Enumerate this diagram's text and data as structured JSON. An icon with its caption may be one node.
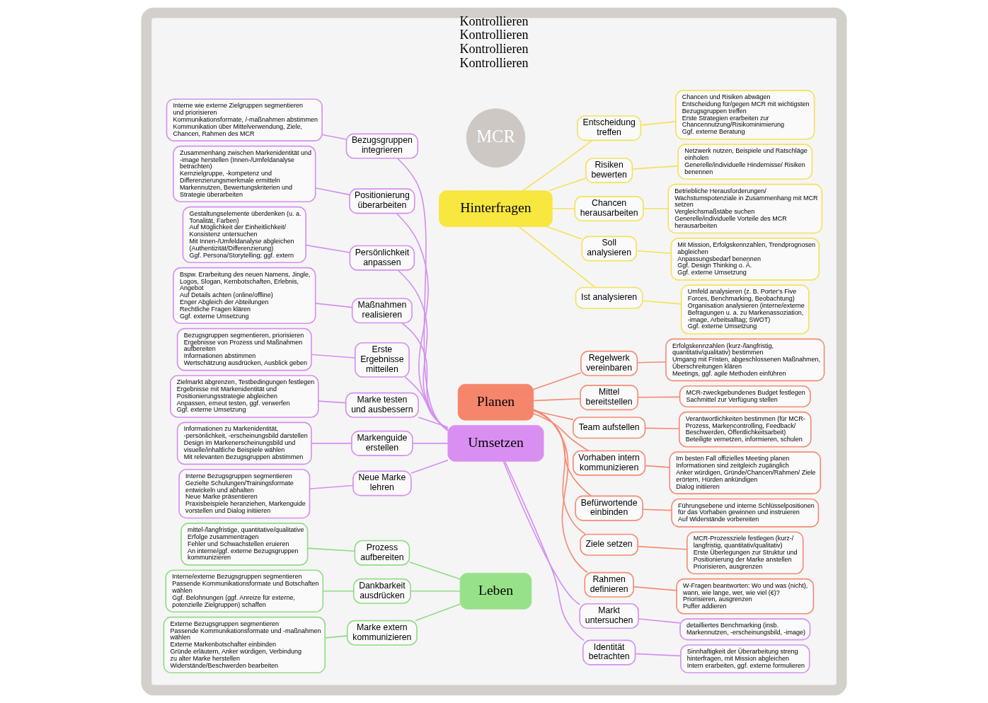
{
  "diagram": {
    "nodes": [
      {
        "text": [
          "Kontrollieren",
          "Kontrollieren",
          "Kontrollieren",
          "Kontrollieren"
        ]
      },
      {
        "text": [
          "MCR"
        ],
        "in": 0
      },
      {
        "text": [
          "Hinterfragen"
        ],
        "in": 0
      },
      {
        "text": [
          "Planen"
        ],
        "in": 0
      },
      {
        "text": [
          "Umsetzen"
        ],
        "in": 0
      },
      {
        "text": [
          "Leben"
        ],
        "in": 0
      },
      {
        "text": [
          "Ist analysieren"
        ],
        "in": 0
      },
      {
        "text": [
          "Umfeld analysieren (z. B. Porter’s Five Forces, Benchmarking, Beobachtung)",
          "Organisation analysieren (interne/externe Befragungen u. a. zu Markenassoziation, -image, Arbeitsalltag; SWOT)",
          "Ggf. externe Umsetzung"
        ],
        "in": 0
      },
      {
        "text": [
          "Soll analysieren"
        ],
        "in": 0
      },
      {
        "text": [
          "Mit Mission, Erfolgskennzahlen, Trendprognosen abgleichen",
          "Anpassungsbedarf benennen",
          "Ggf. Design Thinking o. Ä.",
          "Ggf. externe Umsetzung"
        ],
        "in": 0
      },
      {
        "text": [
          "Chancen herausarbeiten"
        ],
        "in": 0
      },
      {
        "text": [
          "Betriebliche Herausforderungen/ Wachstumspotenziale in Zusammenhang mit MCR setzen",
          "Vergleichsmaßstäbe suchen",
          "Generelle/individuelle Vorteile des MCR herausarbeiten"
        ],
        "in": 0
      },
      {
        "text": [
          "Risiken bewerten"
        ],
        "in": 0
      },
      {
        "text": [
          "Netzwerk nutzen, Beispiele und Ratschläge einholen",
          "Generelle/individuelle Hindernisse/ Risiken benennen"
        ],
        "in": 0
      },
      {
        "text": [
          "Entscheidung treffen"
        ],
        "in": 0
      },
      {
        "text": [
          "Chancen und Risiken abwägen",
          "Entscheidung für/gegen MCR mit wichtigsten Bezugsgruppen treffen",
          "Erste Strategien erarbeiten zur Chancennutzung/Risikominimierung",
          "Ggf. externe Beratung"
        ],
        "in": 0
      },
      {
        "text": [
          "Rahmen definieren"
        ],
        "in": 0
      },
      {
        "text": [
          "W-Fragen beantworten: Wo und was (nicht), wann, wie lange, wer, wie viel (€)?",
          "Priorisieren, ausgrenzen",
          "Puffer addieren"
        ],
        "in": 0
      },
      {
        "text": [
          "Ziele setzen"
        ],
        "in": 0
      },
      {
        "text": [
          "MCR-Prozessziele festlegen (kurz-/ langfristig, quantitativ/qualitativ)",
          "Erste Überlegungen zur Struktur und Positionierung der Marke anstellen",
          "Priorisieren, ausgrenzen"
        ],
        "in": 0
      },
      {
        "text": [
          "Befürwortende einbinden"
        ],
        "in": 0
      },
      {
        "text": [
          "Führungsebene und interne Schlüsselpositionen für das Vorhaben gewinnen und instruieren",
          "Auf Widerstände vorbereiten"
        ],
        "in": 0
      },
      {
        "text": [
          "Vorhaben intern kommunizieren"
        ],
        "in": 0
      },
      {
        "text": [
          "Im besten Fall offizielles Meeting planen",
          "Informationen sind zeitgleich zugänglich",
          "Anker würdigen, Gründe/Chancen/Rahmen/ Ziele erörtern, Hürden ankündigen",
          "Dialog initiieren"
        ],
        "in": 0
      },
      {
        "text": [
          "Team aufstellen"
        ],
        "in": 0
      },
      {
        "text": [
          "Verantwortlichkeiten bestimmen (für MCR-Prozess, Markencontrolling, Feedback/ Beschwerden, Öffentlichkeitsarbeit)",
          "Beteiligte vernetzen, informieren, schulen"
        ],
        "in": 0
      },
      {
        "text": [
          "Mittel bereitstellen"
        ],
        "in": 0
      },
      {
        "text": [
          "MCR-zweckgebundenes Budget festlegen",
          "Sachmittel zur Verfügung stellen"
        ],
        "in": 0
      },
      {
        "text": [
          "Regelwerk vereinbaren"
        ],
        "in": 0
      },
      {
        "text": [
          "Erfolgskennzahlen (kurz-/langfristig, quantitativ/qualitativ) bestimmen",
          "Umgang mit Fristen, abgeschlossenen Maßnahmen, Überschreitungen klären",
          "Meetings, ggf. agile Methoden einführen"
        ],
        "in": 0
      },
      {
        "text": [
          "Identität betrachten"
        ],
        "in": 0
      },
      {
        "text": [
          "Sinnhaftigkeit der Überarbeitung streng hinterfragen, mit Mission abgleichen",
          "Intern erarbeiten, ggf. externe formulieren"
        ],
        "in": 0
      },
      {
        "text": [
          "Markt untersuchen"
        ],
        "in": 0
      },
      {
        "text": [
          "detailliertes Benchmarking (insb. Markennutzen, -erscheinungsbild, -image)"
        ],
        "in": 0
      },
      {
        "text": [
          "Bezugsgruppen integrieren"
        ],
        "in": 0
      },
      {
        "text": [
          "Interne wie externe Zielgruppen segmentieren und priorisieren",
          "Kommunikationsformate, /-maßnahmen abstimmen",
          "Kommunikation über Mittelverwendung, Ziele, Chancen, Rahmen des MCR"
        ],
        "in": 0
      },
      {
        "text": [
          "Positionierung überarbeiten"
        ],
        "in": 0
      },
      {
        "text": [
          "Zusammenhang zwischen Markenidentität und -image herstellen (Innen-/Umfeldanalyse betrachten)",
          "Kernzielgruppe, -kompetenz und Differenzierungsmerkmale ermitteln",
          "Markennutzen, Bewertungskriterien und Strategie überarbeiten"
        ],
        "in": 0
      },
      {
        "text": [
          "Persönlichkeit anpassen"
        ],
        "in": 0
      },
      {
        "text": [
          "Gestaltungselemente überdenken (u. a. Tonalität, Farben)",
          "Auf Möglichkeit der Einheitlichkeit/ Konsistenz untersuchen",
          "Mit Innen-/Umfeldanalyse abgleichen (Authentizität/Differenzierung)",
          "Ggf. Persona/Storytelling; ggf. extern"
        ],
        "in": 0
      },
      {
        "text": [
          "Maßnahmen realisieren"
        ],
        "in": 0
      },
      {
        "text": [
          "Bspw. Erarbeitung des neuen Namens, Jingle, Logos, Slogan, Kernbotschaften, Erlebnis, Angebot",
          "Auf Details achten (online/offline)",
          "Enger Abgleich der Abteilungen",
          "Rechtliche Fragen klären",
          "Ggf. externe Umsetzung"
        ],
        "in": 0
      },
      {
        "text": [
          "Erste Ergebnisse mitteilen"
        ],
        "in": 0
      },
      {
        "text": [
          "Bezugsgruppen segmentieren, priorisieren",
          "Ergebnisse von Prozess und Maßnahmen aufbereiten",
          "Informationen abstimmen",
          "Wertschätzung ausdrücken, Ausblick geben"
        ],
        "in": 0
      },
      {
        "text": [
          "Marke testen und ausbessern"
        ],
        "in": 0
      },
      {
        "text": [
          "Zielmarkt abgrenzen, Testbedingungen festlegen",
          "Ergebnisse mit Markenidentität und Positionierungsstrategie abgleichen",
          "Anpassen, erneut testen, ggf. verwerfen",
          "Ggf. externe Umsetzung"
        ],
        "in": 0
      },
      {
        "text": [
          "Markenguide erstellen"
        ],
        "in": 0
      },
      {
        "text": [
          "Informationen zu Markenidentität, -persönlichkeit, -erscheinungsbild darstellen",
          "Design im Markenerscheinungsbild und visuelle/inhaltliche Beispiele wählen",
          "Mit relevanten Bezugsgruppen abstimmen"
        ],
        "in": 0
      },
      {
        "text": [
          "Neue Marke lehren"
        ],
        "in": 0
      },
      {
        "text": [
          "Interne Bezugsgruppen segmentieren",
          "Gezielte Schulungen/Trainingsformate entwickeln und abhalten",
          "Neue Marke präsentieren",
          "Praxisbeispiele heranziehen, Markenguide vorstellen und Dialog initiieren"
        ],
        "in": 0
      },
      {
        "text": [
          "Prozess aufbereiten"
        ],
        "in": 0
      },
      {
        "text": [
          "mittel-/langfristige, quantitative/qualitative Erfolge zusammentragen",
          "Fehler und Schwachstellen eruieren",
          "An interne/ggf. externe Bezugsgruppen kommunizieren"
        ],
        "in": 0
      },
      {
        "text": [
          "Dankbarkeit ausdrücken"
        ],
        "in": 0
      },
      {
        "text": [
          "Interne/externe Bezugsgruppen segmentieren",
          "Passende Kommunikationsformate und Botschaften wählen",
          "Ggf. Belohnungen (ggf. Anreize für externe, potenzielle Zielgruppen) schaffen"
        ],
        "in": 0
      },
      {
        "text": [
          "Marke extern kommunizieren"
        ],
        "in": 0
      },
      {
        "text": [
          "Externe Bezugsgruppen segmentieren",
          "Passende Kommunikationsformate und -maßnahmen wählen",
          "Externe Markenbotschafter einbinden",
          "Gründe erläutern, Anker würdigen, Verbindung zu alter Marke herstellen",
          "Widerstände/Beschwerden bearbeiten"
        ],
        "in": 0
      }
    ],
    "edges": [
      {
        "from": 2,
        "to": 6,
        "arrow": "none",
        "color": "#f5e15a"
      },
      {
        "from": 6,
        "to": 7,
        "arrow": "none",
        "color": "#f5e15a"
      },
      {
        "from": 2,
        "to": 8,
        "arrow": "none",
        "color": "#f5e15a"
      },
      {
        "from": 8,
        "to": 9,
        "arrow": "none",
        "color": "#f5e15a"
      },
      {
        "from": 2,
        "to": 10,
        "arrow": "none",
        "color": "#f5e15a"
      },
      {
        "from": 10,
        "to": 11,
        "arrow": "none",
        "color": "#f5e15a"
      },
      {
        "from": 2,
        "to": 12,
        "arrow": "none",
        "color": "#f5e15a"
      },
      {
        "from": 12,
        "to": 13,
        "arrow": "none",
        "color": "#f5e15a"
      },
      {
        "from": 2,
        "to": 14,
        "arrow": "none",
        "color": "#f5e15a"
      },
      {
        "from": 14,
        "to": 15,
        "arrow": "none",
        "color": "#f5e15a"
      },
      {
        "from": 3,
        "to": 16,
        "arrow": "none",
        "color": "#f58b73"
      },
      {
        "from": 16,
        "to": 17,
        "arrow": "none",
        "color": "#f58b73"
      },
      {
        "from": 3,
        "to": 18,
        "arrow": "none",
        "color": "#f58b73"
      },
      {
        "from": 18,
        "to": 19,
        "arrow": "none",
        "color": "#f58b73"
      },
      {
        "from": 3,
        "to": 20,
        "arrow": "none",
        "color": "#f58b73"
      },
      {
        "from": 20,
        "to": 21,
        "arrow": "none",
        "color": "#f58b73"
      },
      {
        "from": 3,
        "to": 22,
        "arrow": "none",
        "color": "#f58b73"
      },
      {
        "from": 22,
        "to": 23,
        "arrow": "none",
        "color": "#f58b73"
      },
      {
        "from": 3,
        "to": 24,
        "arrow": "none",
        "color": "#f58b73"
      },
      {
        "from": 24,
        "to": 25,
        "arrow": "none",
        "color": "#f58b73"
      },
      {
        "from": 3,
        "to": 26,
        "arrow": "none",
        "color": "#f58b73"
      },
      {
        "from": 26,
        "to": 27,
        "arrow": "none",
        "color": "#f58b73"
      },
      {
        "from": 3,
        "to": 28,
        "arrow": "none",
        "color": "#f58b73"
      },
      {
        "from": 28,
        "to": 29,
        "arrow": "none",
        "color": "#f58b73"
      },
      {
        "from": 4,
        "to": 30,
        "arrow": "none"
      },
      {
        "from": 30,
        "to": 31,
        "arrow": "none"
      },
      {
        "from": 4,
        "to": 32,
        "arrow": "none"
      },
      {
        "from": 32,
        "to": 33,
        "arrow": "none"
      },
      {
        "from": 35,
        "to": 34,
        "arrow": "none"
      },
      {
        "from": 34,
        "to": 4,
        "arrow": "none"
      },
      {
        "from": 37,
        "to": 36,
        "arrow": "none"
      },
      {
        "from": 36,
        "to": 4,
        "arrow": "none"
      },
      {
        "from": 39,
        "to": 38,
        "arrow": "none"
      },
      {
        "from": 38,
        "to": 4,
        "arrow": "none"
      },
      {
        "from": 41,
        "to": 40,
        "arrow": "none"
      },
      {
        "from": 40,
        "to": 4,
        "arrow": "none"
      },
      {
        "from": 43,
        "to": 42,
        "arrow": "none"
      },
      {
        "from": 42,
        "to": 4,
        "arrow": "none"
      },
      {
        "from": 45,
        "to": 44,
        "arrow": "none"
      },
      {
        "from": 44,
        "to": 4,
        "arrow": "none"
      },
      {
        "from": 47,
        "to": 46,
        "arrow": "none"
      },
      {
        "from": 46,
        "to": 4,
        "arrow": "none"
      },
      {
        "from": 49,
        "to": 48,
        "arrow": "none"
      },
      {
        "from": 48,
        "to": 4,
        "arrow": "none"
      },
      {
        "from": 51,
        "to": 50,
        "arrow": "none",
        "color": "#8fdc84"
      },
      {
        "from": 50,
        "to": 5,
        "arrow": "none",
        "color": "#8fdc84"
      },
      {
        "from": 53,
        "to": 52,
        "arrow": "none",
        "color": "#8fdc84"
      },
      {
        "from": 52,
        "to": 5,
        "arrow": "none",
        "color": "#8fdc84"
      },
      {
        "from": 55,
        "to": 54,
        "arrow": "none",
        "color": "#8fdc84"
      },
      {
        "from": 54,
        "to": 5,
        "arrow": "none",
        "color": "#8fdc84"
      }
    ]
  }
}
